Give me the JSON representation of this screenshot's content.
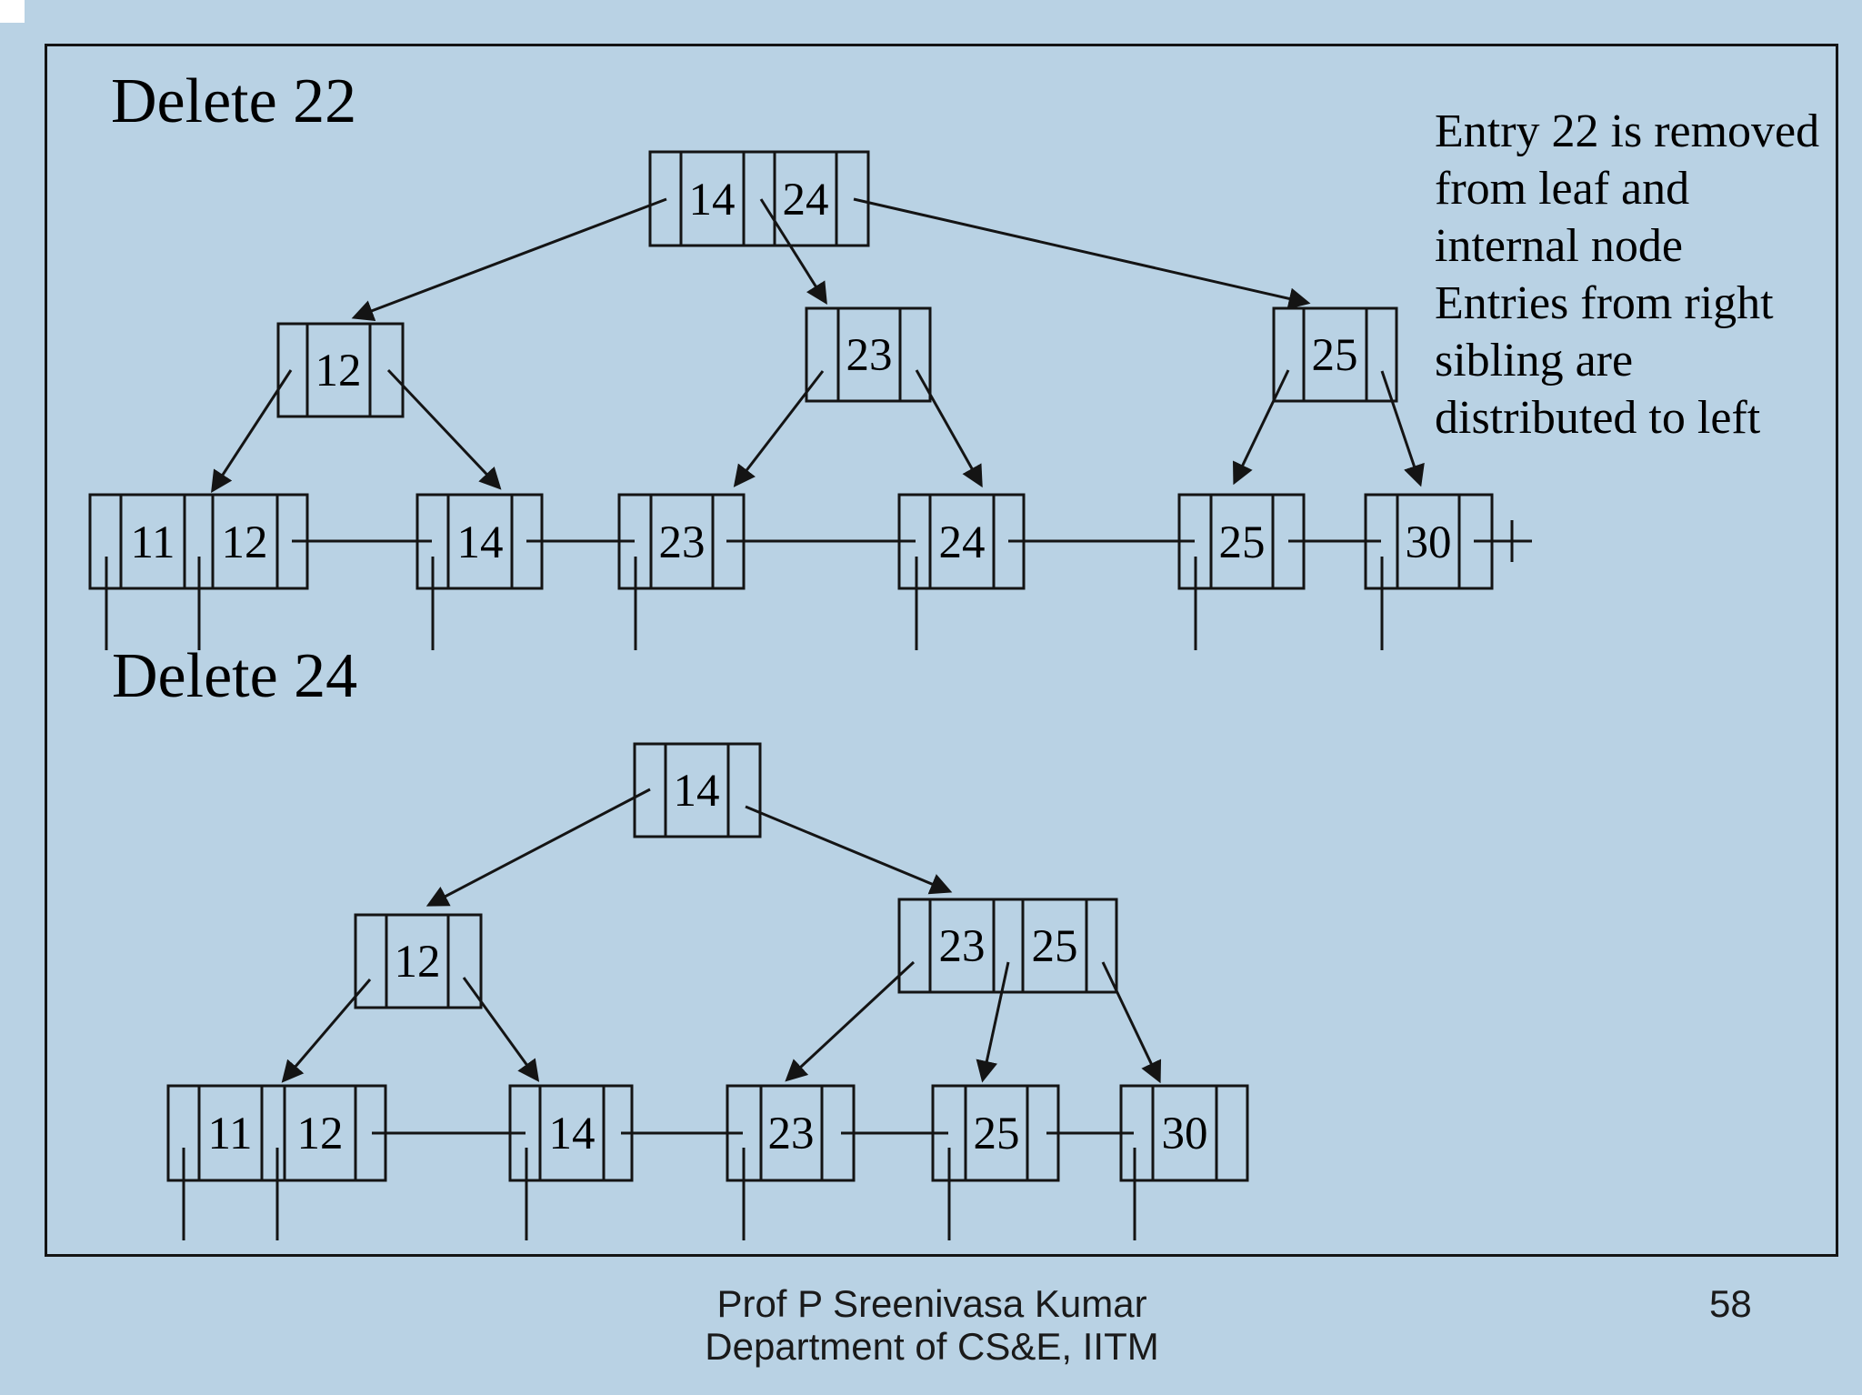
{
  "slide": {
    "background_color": "#b9d2e4",
    "line_color": "#141414",
    "title1": "Delete 22",
    "title2": "Delete 24",
    "annotation_lines": [
      "Entry 22 is removed",
      "from leaf and",
      "internal node",
      "Entries from right",
      "sibling are",
      "distributed to left"
    ],
    "footer": {
      "author": "Prof P Sreenivasa Kumar",
      "department": "Department of CS&E, IITM",
      "page_number": "58"
    }
  },
  "tree1": {
    "root_keys": [
      "14",
      "24"
    ],
    "internal_keys": [
      "12",
      "23",
      "25"
    ],
    "leaf_keys": [
      [
        "11",
        "12"
      ],
      [
        "14"
      ],
      [
        "23"
      ],
      [
        "24"
      ],
      [
        "25"
      ],
      [
        "30"
      ]
    ]
  },
  "tree2": {
    "root_keys": [
      "14"
    ],
    "internal_left_keys": [
      "12"
    ],
    "internal_right_keys": [
      "23",
      "25"
    ],
    "leaf_keys": [
      [
        "11",
        "12"
      ],
      [
        "14"
      ],
      [
        "23"
      ],
      [
        "25"
      ],
      [
        "30"
      ]
    ]
  }
}
